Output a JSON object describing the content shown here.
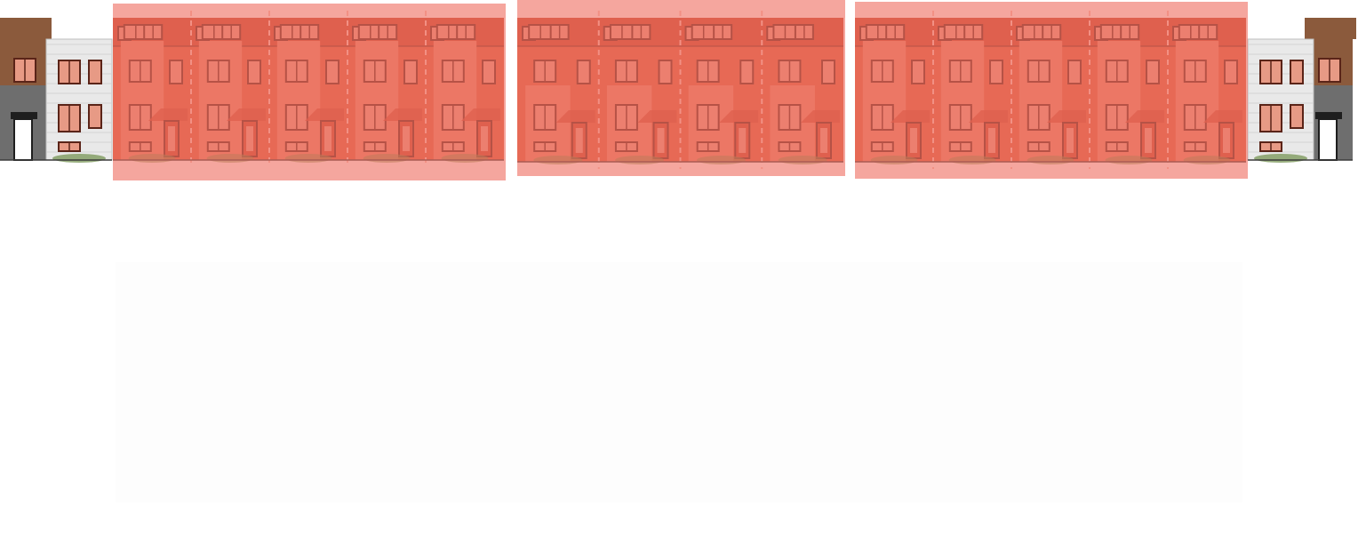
{
  "figure": {
    "kind": "townhome street elevation",
    "building_blocks": [
      {
        "id": "left-block",
        "units": 5,
        "highlighted": true
      },
      {
        "id": "center-block",
        "units": 4,
        "highlighted": true
      },
      {
        "id": "right-block",
        "units": 5,
        "highlighted": true
      }
    ],
    "end_buildings": [
      {
        "id": "left-end-building",
        "highlighted": false
      },
      {
        "id": "right-end-building",
        "highlighted": false
      }
    ],
    "unit_divider_style": "dashed"
  },
  "colors": {
    "highlight_overlay": "#f07a6a",
    "highlight_strong": "#ef6f62",
    "facade_base": "#d9603f",
    "facade_dark": "#c4492f",
    "facade_light": "#e8846a",
    "window_frame": "#5a2418",
    "window_glass": "#e79a85",
    "divider": "#f7c4bb",
    "brick_brown": "#8b5a3c",
    "siding_white": "#e9e9e9",
    "siding_gray": "#6e6e6e",
    "landscape_green": "#6f8f4a",
    "ground_line": "#3b3b3b"
  }
}
